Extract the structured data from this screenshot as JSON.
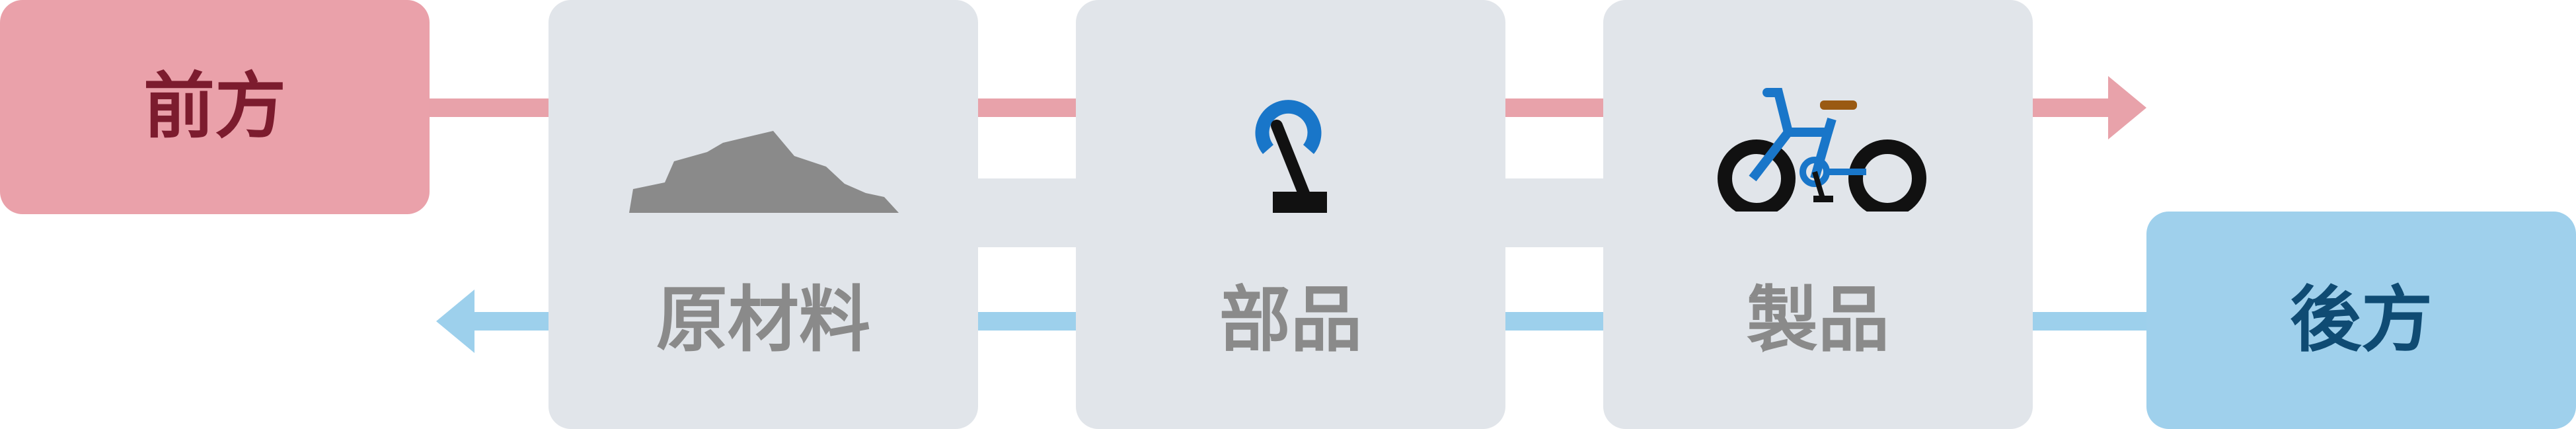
{
  "diagram": {
    "upstream": {
      "label": "前方",
      "bg": "#eaa1aa",
      "text_color": "#7c1c2e"
    },
    "downstream": {
      "label": "後方",
      "bg": "#9fd0ec",
      "text_color": "#0f4b73"
    },
    "stages": [
      {
        "label": "原材料",
        "icon": "mountain-icon"
      },
      {
        "label": "部品",
        "icon": "joystick-part-icon"
      },
      {
        "label": "製品",
        "icon": "bicycle-icon"
      }
    ],
    "colors": {
      "stage_bg": "#e1e5ea",
      "stage_text": "#8a8a8a",
      "upstream_arrow": "#e8a2aa",
      "downstream_arrow": "#9dd0ec",
      "icon_blue": "#1976c9",
      "icon_gray": "#8a8a8a",
      "icon_black": "#111111",
      "icon_brown": "#9a5a12"
    }
  }
}
